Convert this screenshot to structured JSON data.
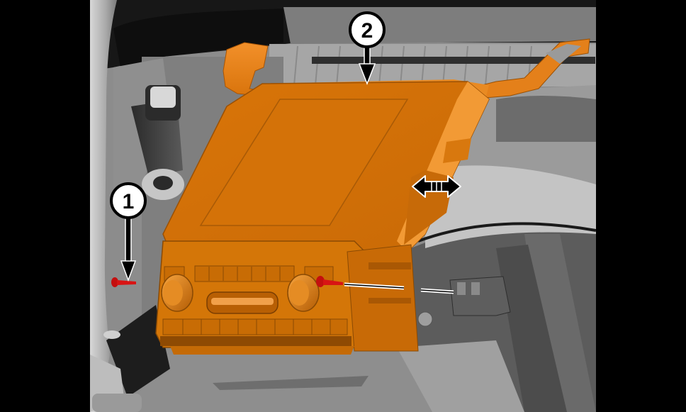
{
  "figure": {
    "type": "service-illustration",
    "subject": "Radio / display module removal",
    "callouts": [
      {
        "id": "1",
        "label": "1",
        "target": "fastener-screw"
      },
      {
        "id": "2",
        "label": "2",
        "target": "radio-display-module"
      }
    ],
    "direction_arrow": "bidirectional-horizontal",
    "colors": {
      "highlight_part": "#e07b10",
      "highlight_part_dark": "#b85e05",
      "fastener": "#cc1010",
      "background_gray": "#8a8a8a",
      "frame": "#000000",
      "callout_fill": "#ffffff",
      "callout_stroke": "#000000"
    }
  }
}
